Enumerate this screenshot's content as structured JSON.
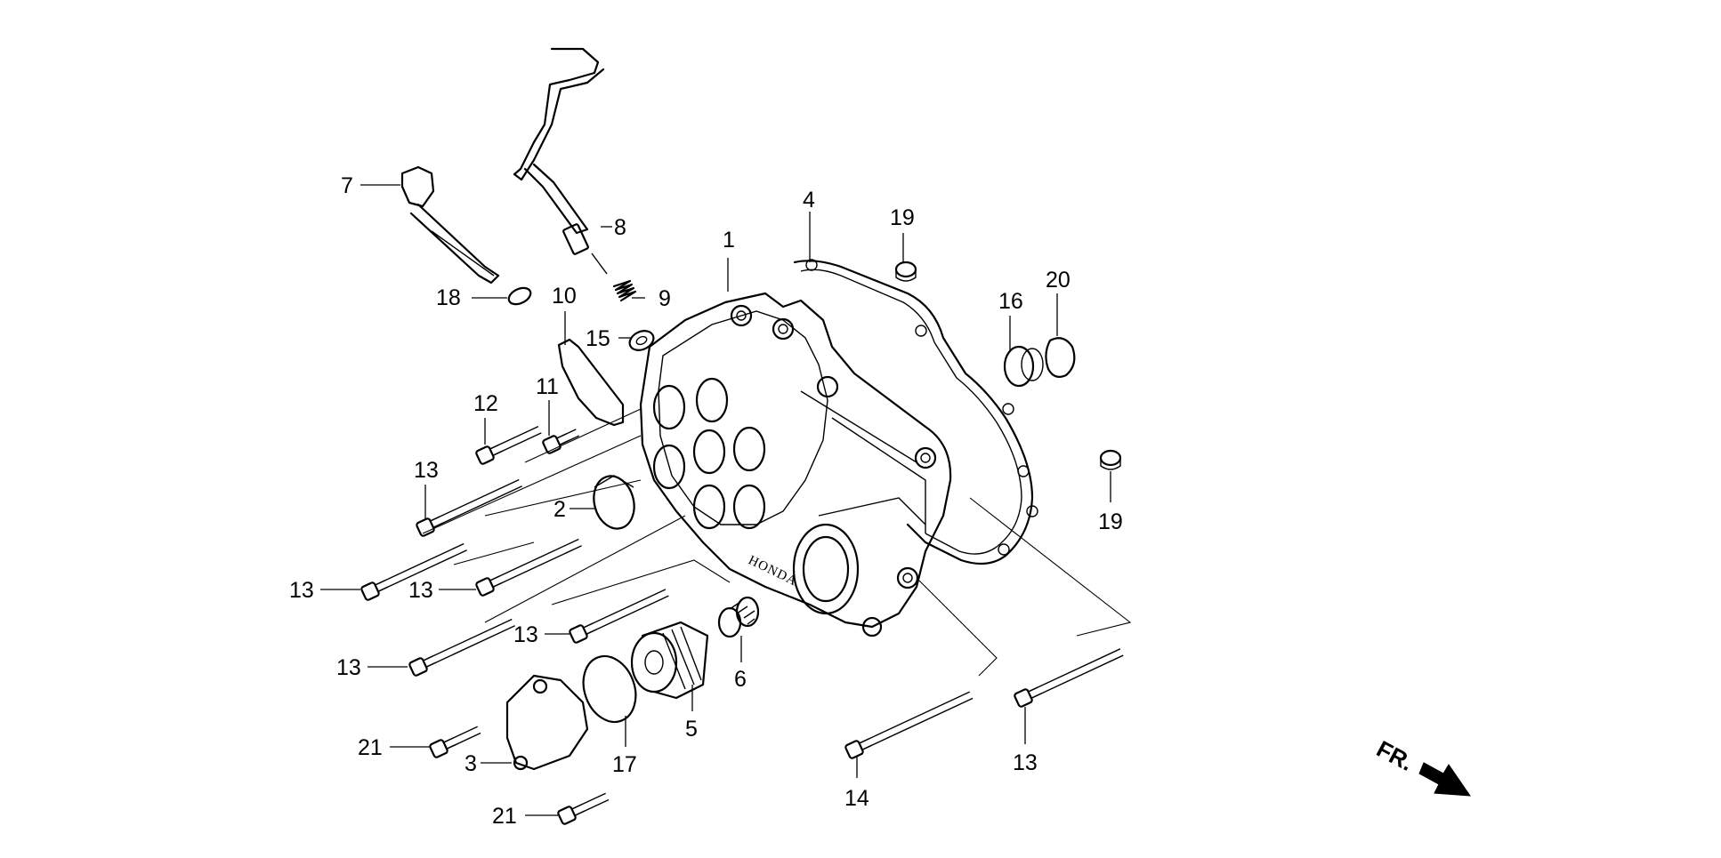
{
  "callouts": {
    "c1": "1",
    "c2": "2",
    "c3": "3",
    "c4": "4",
    "c5": "5",
    "c6": "6",
    "c7": "7",
    "c8": "8",
    "c9": "9",
    "c10": "10",
    "c11": "11",
    "c12": "12",
    "c13a": "13",
    "c13b": "13",
    "c13c": "13",
    "c13d": "13",
    "c13e": "13",
    "c13f": "13",
    "c14": "14",
    "c15": "15",
    "c16": "16",
    "c17": "17",
    "c18": "18",
    "c19a": "19",
    "c19b": "19",
    "c20": "20",
    "c21a": "21",
    "c21b": "21"
  },
  "cover_brand": "HONDA",
  "direction": {
    "label": "FR."
  }
}
